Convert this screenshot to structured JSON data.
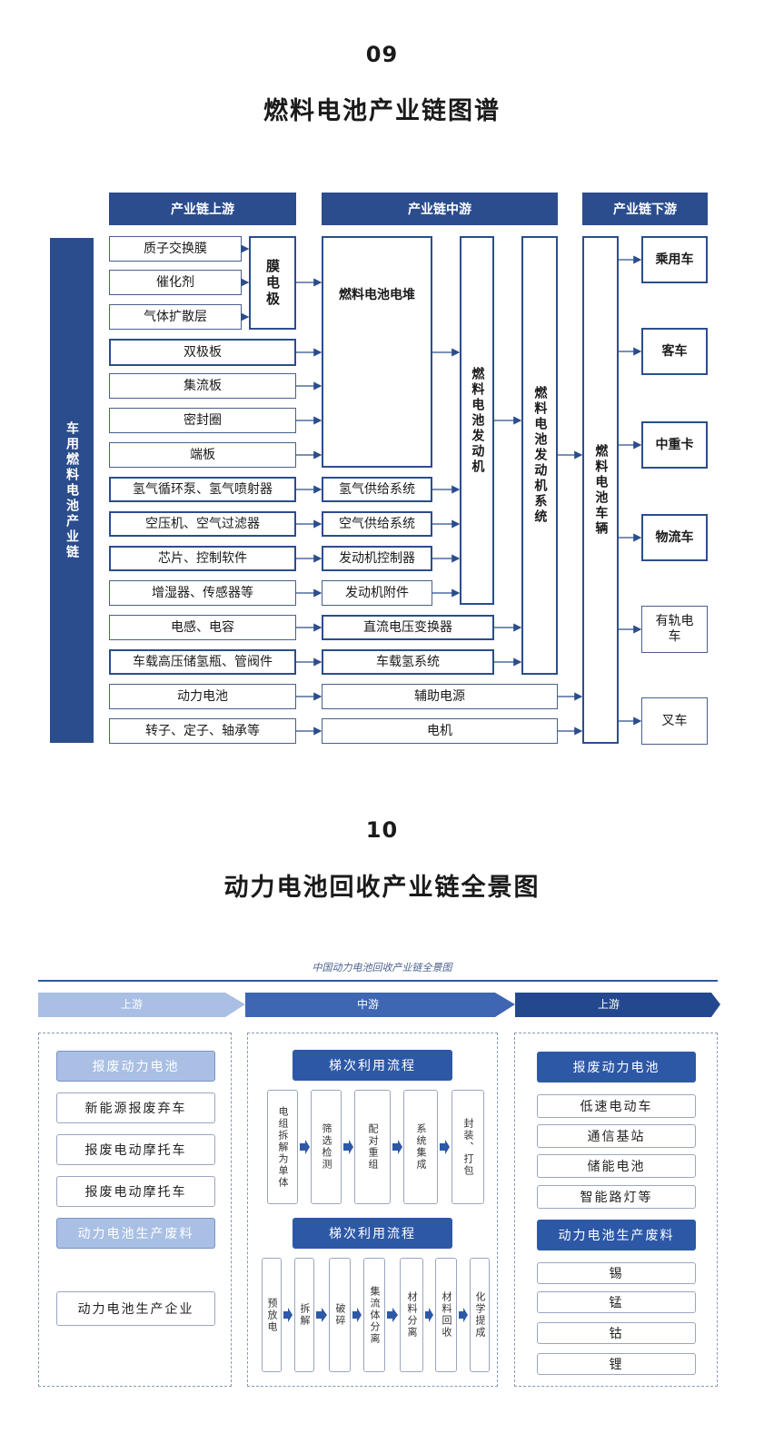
{
  "section9": {
    "number": "09",
    "title": "燃料电池产业链图谱",
    "headers": {
      "upstream": "产业链上游",
      "midstream": "产业链中游",
      "downstream": "产业链下游"
    },
    "side_label": "车用燃料电池产业链",
    "upstream_items": [
      "质子交换膜",
      "催化剂",
      "气体扩散层",
      "双极板",
      "集流板",
      "密封圈",
      "端板",
      "氢气循环泵、氢气喷射器",
      "空压机、空气过滤器",
      "芯片、控制软件",
      "增湿器、传感器等",
      "电感、电容",
      "车载高压储氢瓶、管阀件",
      "动力电池",
      "转子、定子、轴承等"
    ],
    "membrane_electrode": "膜电极",
    "stack": "燃料电池电堆",
    "mid_items": [
      "氢气供给系统",
      "空气供给系统",
      "发动机控制器",
      "发动机附件",
      "直流电压变换器",
      "车载氢系统",
      "辅助电源",
      "电机"
    ],
    "engine": "燃料电池发动机",
    "engine_system": "燃料电池发动机系统",
    "vehicle": "燃料电池车辆",
    "downstream_items": [
      "乘用车",
      "客车",
      "中重卡",
      "物流车",
      "有轨电车",
      "叉车"
    ]
  },
  "section10": {
    "number": "10",
    "title": "动力电池回收产业链全景图",
    "diagram_title": "中国动力电池回收产业链全景图",
    "arrows": [
      "上游",
      "中游",
      "上游"
    ],
    "left": {
      "header1": "报废动力电池",
      "items": [
        "新能源报废弃车",
        "报废电动摩托车",
        "报废电动摩托车"
      ],
      "header2": "动力电池生产废料",
      "item_last": "动力电池生产企业"
    },
    "middle": {
      "flow1_title": "梯次利用流程",
      "flow1_steps": [
        "电组拆解为单体",
        "筛选检测",
        "配对重组",
        "系统集成",
        "封装、打包"
      ],
      "flow2_title": "梯次利用流程",
      "flow2_steps": [
        "预放电",
        "拆解",
        "破碎",
        "集流体分离",
        "材料分离",
        "材料回收",
        "化学提成"
      ]
    },
    "right": {
      "header1": "报废动力电池",
      "items1": [
        "低速电动车",
        "通信基站",
        "储能电池",
        "智能路灯等"
      ],
      "header2": "动力电池生产废料",
      "items2": [
        "锡",
        "锰",
        "钴",
        "锂"
      ]
    }
  },
  "colors": {
    "navy": "#2b4d8d",
    "blue": "#2d58a6",
    "light_blue": "#a9bfe4"
  }
}
